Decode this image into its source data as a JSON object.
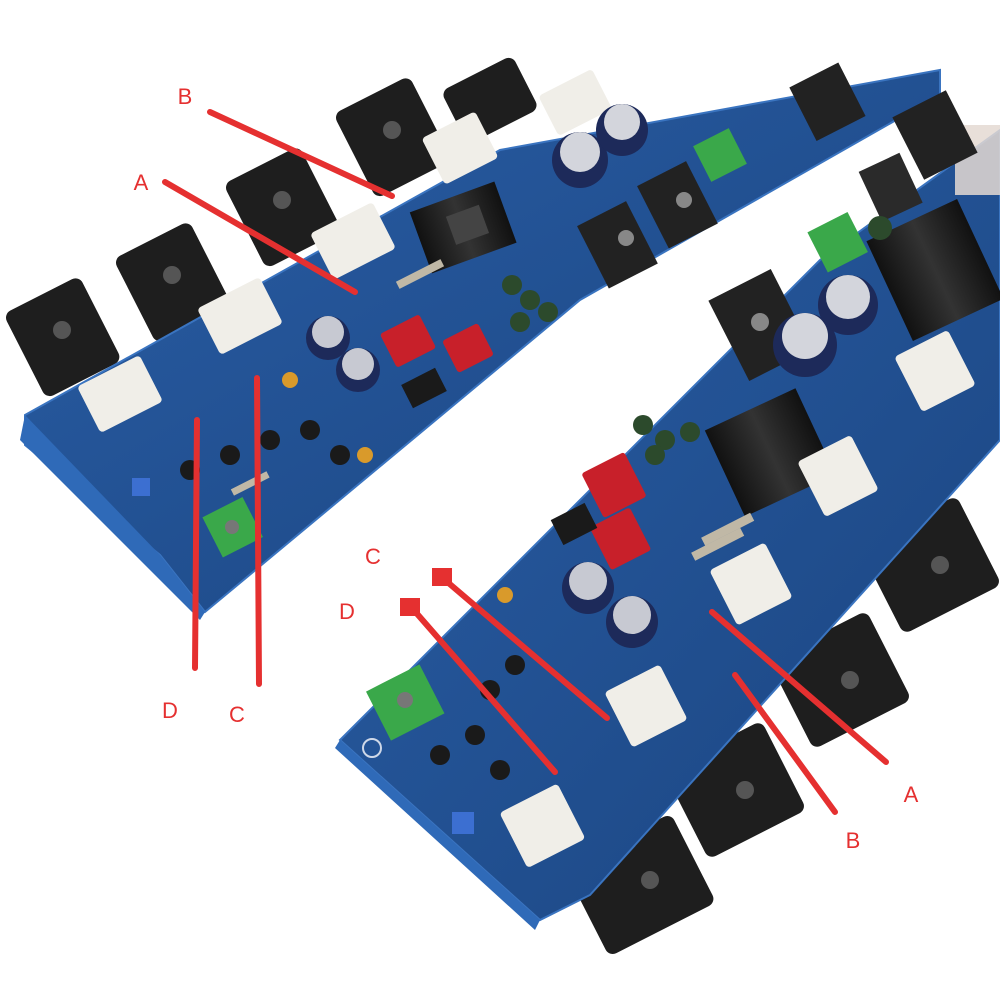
{
  "photo": {
    "colors": {
      "background": "#ffffff",
      "pcb": "#1f4f93",
      "pcb_edge": "#2f6ab8",
      "transistor": "#1e1e1e",
      "resistor_block": "#f0eee8",
      "capacitor_red": "#c8202a",
      "electrolytic": "#1d2a5a",
      "terminal_green": "#3aa84a",
      "terminal_black": "#222222",
      "callout": "#e53030"
    }
  },
  "callouts": {
    "left_board": {
      "a": "A",
      "b": "B",
      "c": "C",
      "d": "D"
    },
    "right_board": {
      "a": "A",
      "b": "B",
      "c": "C",
      "d": "D"
    }
  }
}
